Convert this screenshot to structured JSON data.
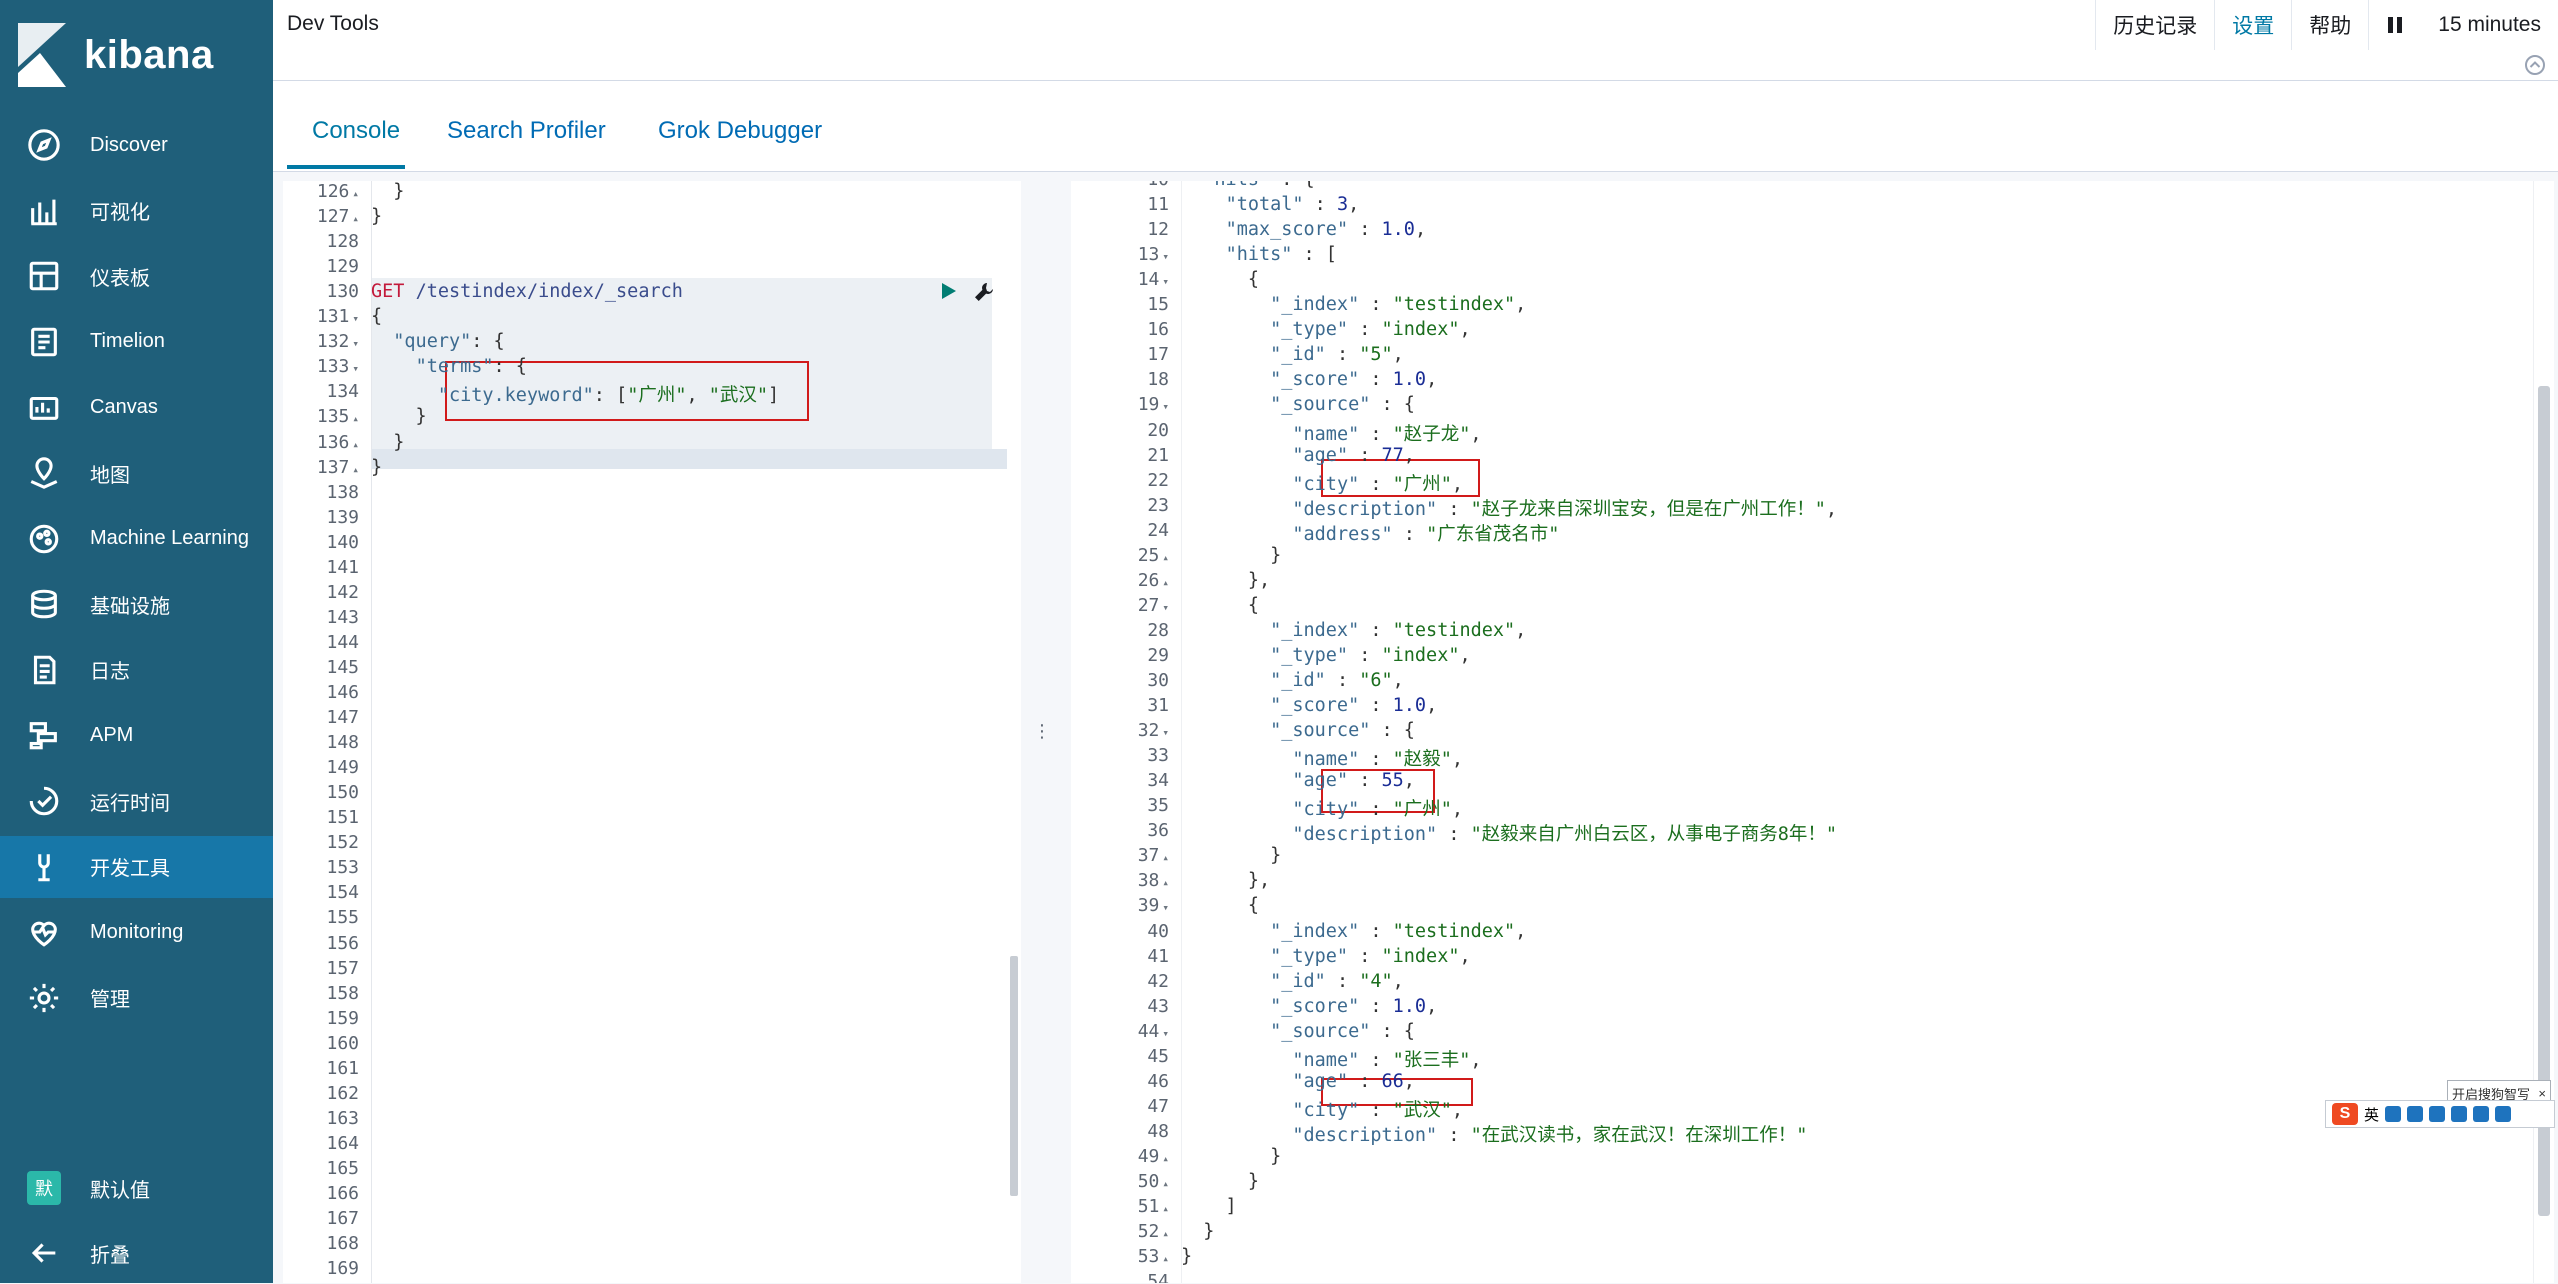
{
  "app": {
    "brand": "kibana",
    "accent": "#0079a5",
    "sidebar_bg": "#1f5f7a",
    "active_bg": "#1777a8"
  },
  "sidebar": {
    "items": [
      {
        "label": "Discover",
        "icon": "compass-icon"
      },
      {
        "label": "可视化",
        "icon": "visualize-icon"
      },
      {
        "label": "仪表板",
        "icon": "dashboard-icon"
      },
      {
        "label": "Timelion",
        "icon": "timelion-icon"
      },
      {
        "label": "Canvas",
        "icon": "canvas-icon"
      },
      {
        "label": "地图",
        "icon": "map-icon"
      },
      {
        "label": "Machine Learning",
        "icon": "ml-icon"
      },
      {
        "label": "基础设施",
        "icon": "infrastructure-icon"
      },
      {
        "label": "日志",
        "icon": "logs-icon"
      },
      {
        "label": "APM",
        "icon": "apm-icon"
      },
      {
        "label": "运行时间",
        "icon": "uptime-icon"
      },
      {
        "label": "开发工具",
        "icon": "devtools-icon"
      },
      {
        "label": "Monitoring",
        "icon": "monitoring-icon"
      },
      {
        "label": "管理",
        "icon": "gear-icon"
      }
    ],
    "active_index": 11,
    "user": {
      "avatar": "默",
      "label": "默认值"
    },
    "collapse_label": "折叠"
  },
  "topbar": {
    "title": "Dev Tools",
    "history": "历史记录",
    "settings": "设置",
    "help": "帮助",
    "time": "15 minutes"
  },
  "tabs": [
    "Console",
    "Search Profiler",
    "Grok Debugger"
  ],
  "left_editor": {
    "line_start": 126,
    "lines": [
      "  }",
      "}",
      "",
      "",
      "GET /testindex/index/_search",
      "{",
      "  \"query\": {",
      "    \"terms\": {",
      "      \"city.keyword\": [\"广州\", \"武汉\"]",
      "    }",
      "  }",
      "}",
      "",
      "",
      "",
      "",
      "",
      "",
      "",
      "",
      "",
      "",
      "",
      "",
      "",
      "",
      "",
      "",
      "",
      "",
      "",
      "",
      "",
      "",
      "",
      "",
      "",
      "",
      "",
      "",
      "",
      "",
      "",
      "",
      ""
    ]
  },
  "right_editor": {
    "line_start": 10,
    "lines": [
      "  \"hits\" : {",
      "    \"total\" : 3,",
      "    \"max_score\" : 1.0,",
      "    \"hits\" : [",
      "      {",
      "        \"_index\" : \"testindex\",",
      "        \"_type\" : \"index\",",
      "        \"_id\" : \"5\",",
      "        \"_score\" : 1.0,",
      "        \"_source\" : {",
      "          \"name\" : \"赵子龙\",",
      "          \"age\" : 77,",
      "          \"city\" : \"广州\",",
      "          \"description\" : \"赵子龙来自深圳宝安，但是在广州工作！\",",
      "          \"address\" : \"广东省茂名市\"",
      "        }",
      "      },",
      "      {",
      "        \"_index\" : \"testindex\",",
      "        \"_type\" : \"index\",",
      "        \"_id\" : \"6\",",
      "        \"_score\" : 1.0,",
      "        \"_source\" : {",
      "          \"name\" : \"赵毅\",",
      "          \"age\" : 55,",
      "          \"city\" : \"广州\",",
      "          \"description\" : \"赵毅来自广州白云区，从事电子商务8年！\"",
      "        }",
      "      },",
      "      {",
      "        \"_index\" : \"testindex\",",
      "        \"_type\" : \"index\",",
      "        \"_id\" : \"4\",",
      "        \"_score\" : 1.0,",
      "        \"_source\" : {",
      "          \"name\" : \"张三丰\",",
      "          \"age\" : 66,",
      "          \"city\" : \"武汉\",",
      "          \"description\" : \"在武汉读书，家在武汉！在深圳工作！\"",
      "        }",
      "      }",
      "    ]",
      "  }",
      "}",
      ""
    ]
  },
  "ime": {
    "tip": "开启搜狗智写",
    "close": "×",
    "logo": "S",
    "lang": "英"
  }
}
